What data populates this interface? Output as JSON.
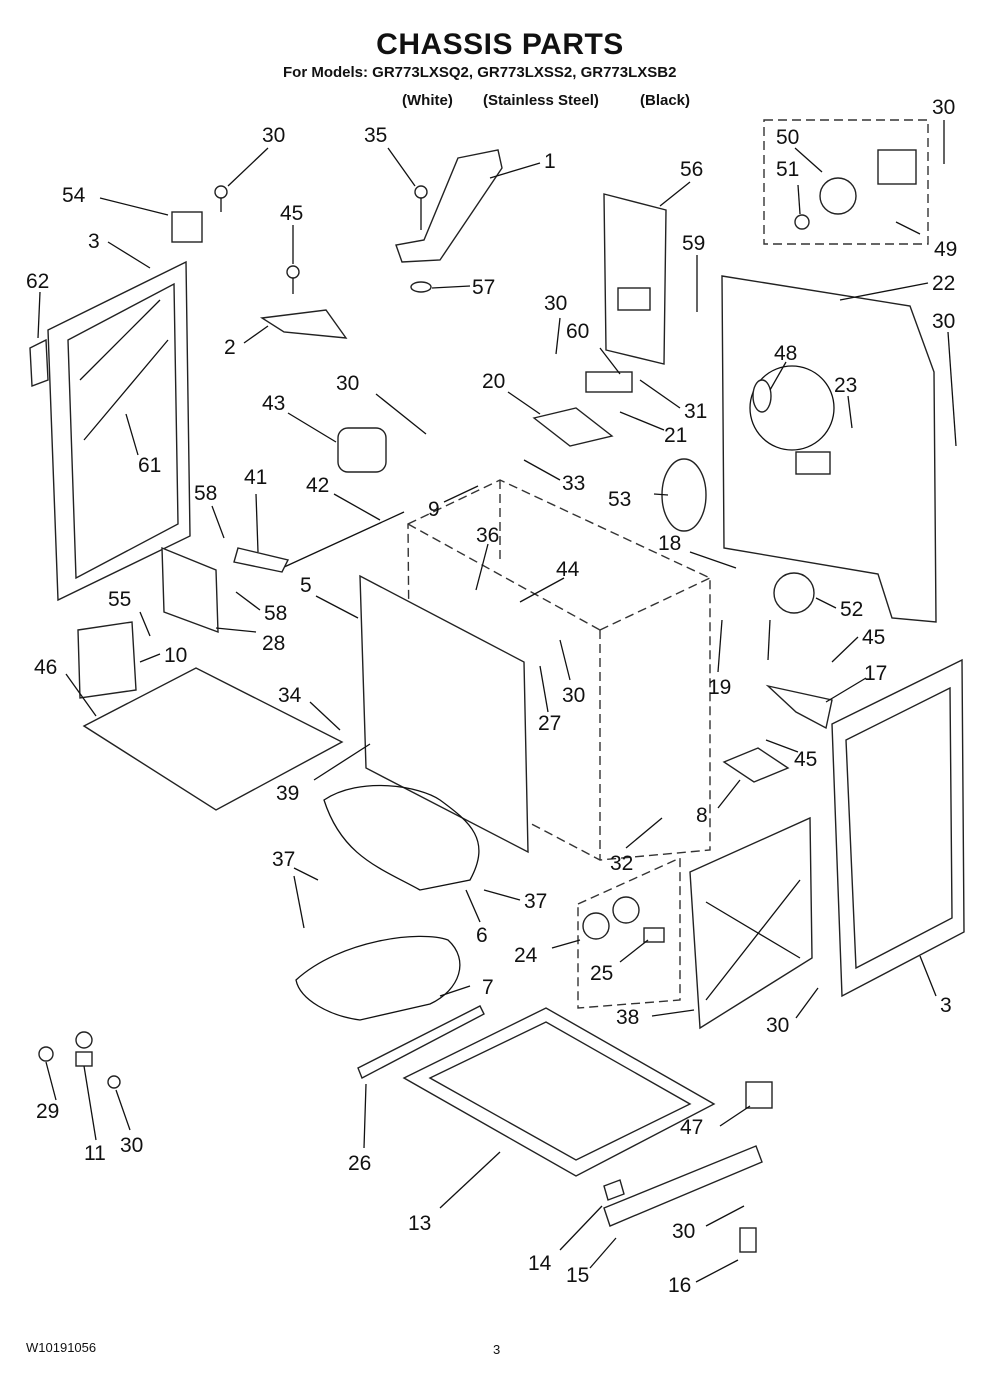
{
  "header": {
    "title": "CHASSIS PARTS",
    "models_line": "For Models: GR773LXSQ2, GR773LXSS2, GR773LXSB2",
    "variants": [
      "(White)",
      "(Stainless Steel)",
      "(Black)"
    ]
  },
  "callouts": [
    "30",
    "35",
    "1",
    "56",
    "30",
    "50",
    "51",
    "54",
    "3",
    "45",
    "62",
    "59",
    "22",
    "30",
    "2",
    "57",
    "60",
    "30",
    "48",
    "20",
    "23",
    "31",
    "30",
    "21",
    "43",
    "33",
    "53",
    "61",
    "9",
    "41",
    "42",
    "36",
    "18",
    "58",
    "44",
    "5",
    "52",
    "55",
    "58",
    "28",
    "45",
    "10",
    "46",
    "34",
    "30",
    "19",
    "17",
    "27",
    "45",
    "39",
    "8",
    "37",
    "32",
    "37",
    "6",
    "24",
    "25",
    "7",
    "38",
    "30",
    "3",
    "29",
    "11",
    "30",
    "26",
    "47",
    "13",
    "14",
    "15",
    "30",
    "16",
    "49"
  ],
  "footer": {
    "doc_number": "W10191056",
    "page_number": "3"
  }
}
